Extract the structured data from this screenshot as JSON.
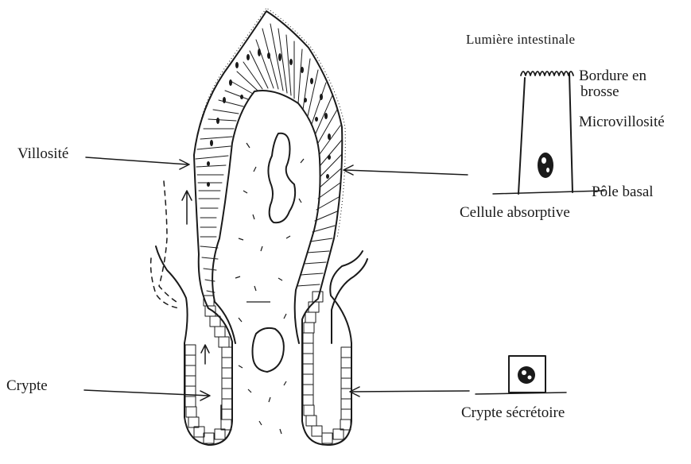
{
  "labels": {
    "villosite": "Villosité",
    "crypte": "Crypte",
    "lumiere_intestinale": "Lumière intestinale",
    "bordure_en_brosse_line1": "Bordure en",
    "bordure_en_brosse_line2": "brosse",
    "microvillosite": "Microvillosité",
    "pole_basal": "Pôle basal",
    "cellule_absorptive": "Cellule absorptive",
    "crypte_secretoire": "Crypte sécrétoire"
  },
  "colors": {
    "ink": "#1a1a1a",
    "background": "#ffffff"
  }
}
